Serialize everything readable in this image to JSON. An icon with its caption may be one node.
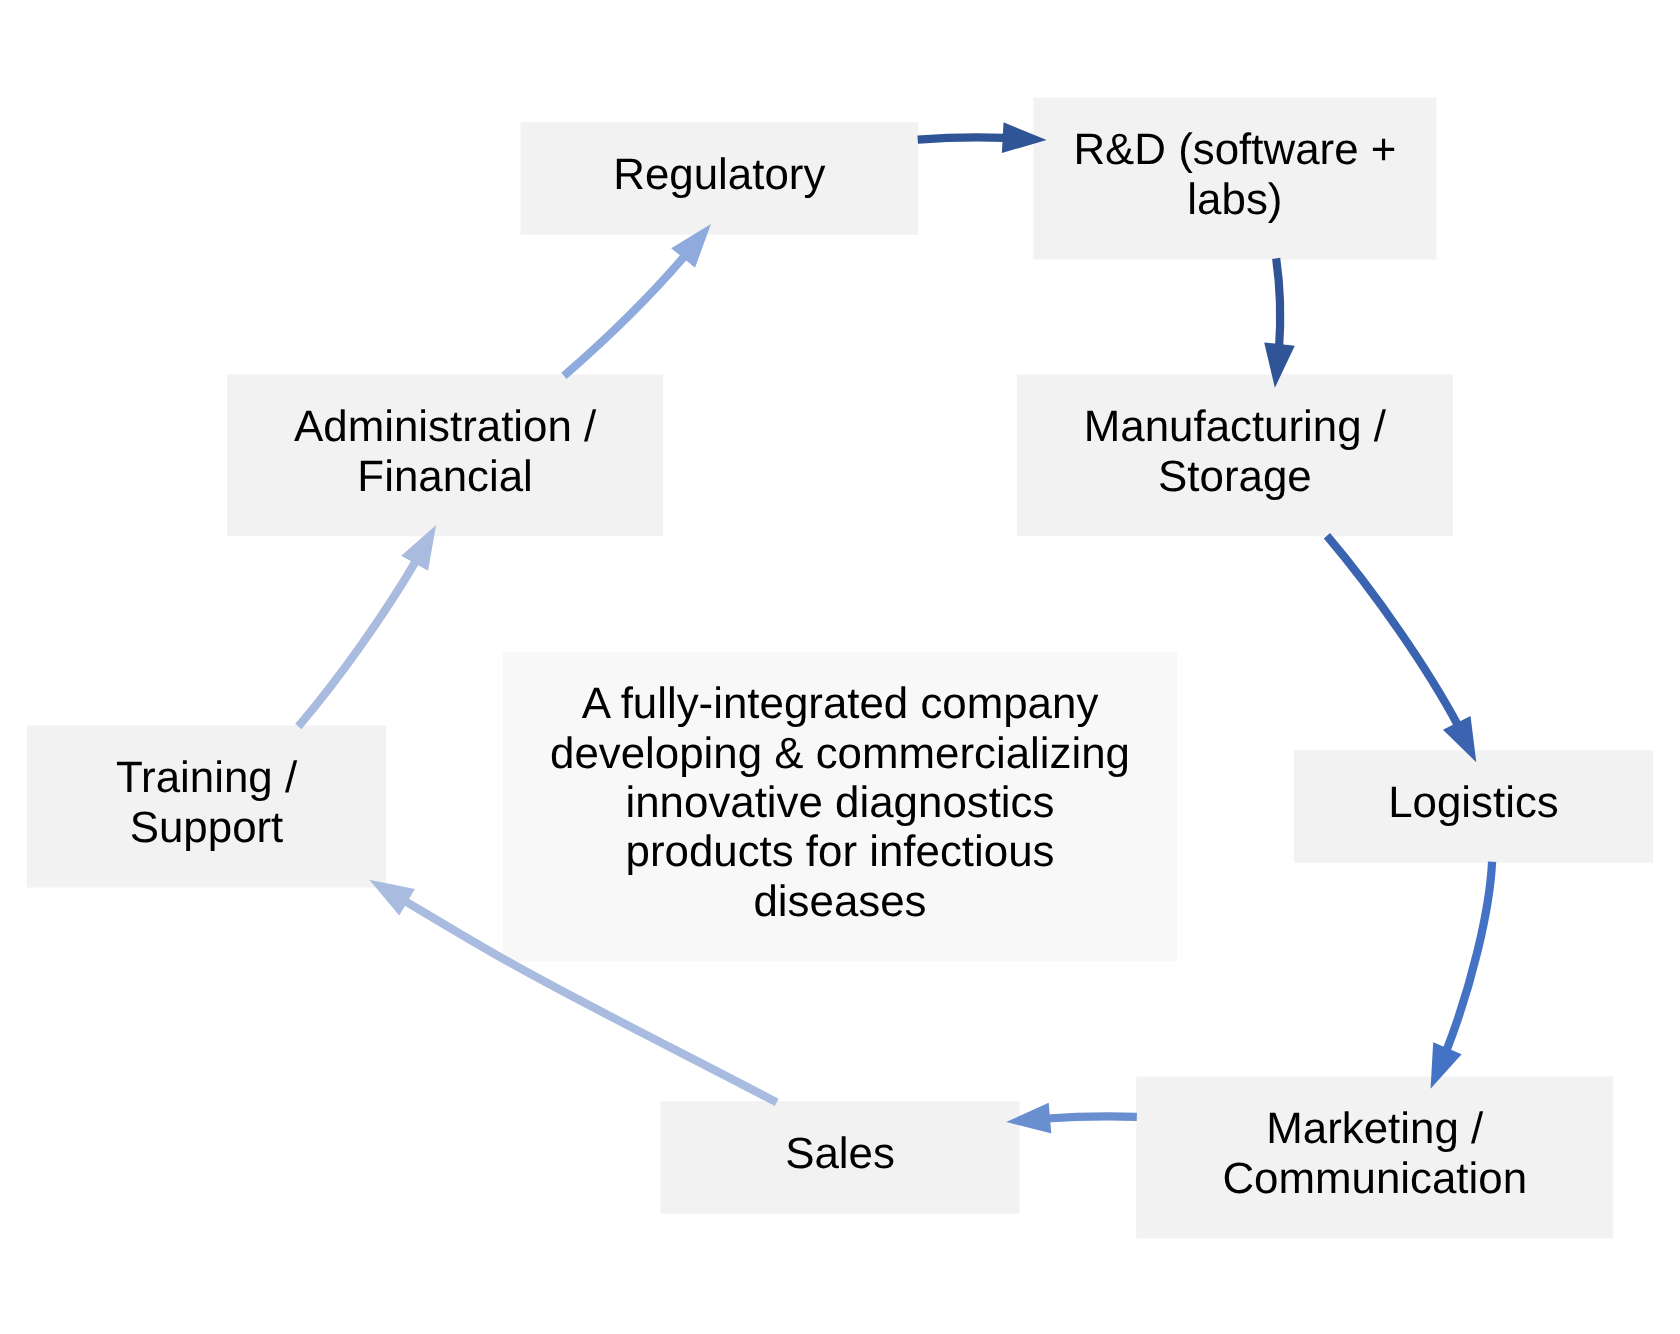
{
  "diagram": {
    "nodes": [
      {
        "text": [
          "Regulatory"
        ]
      },
      {
        "text": [
          "R&D (software + labs)"
        ]
      },
      {
        "text": [
          "Manufacturing / Storage"
        ]
      },
      {
        "text": [
          "Logistics"
        ]
      },
      {
        "text": [
          "Marketing / Communication"
        ]
      },
      {
        "text": [
          "Sales"
        ]
      },
      {
        "text": [
          "Training / Support"
        ]
      },
      {
        "text": [
          "Administration / Financial"
        ]
      },
      {
        "text": [
          "A fully-integrated company developing & commercializing innovative diagnostics products for infectious diseases"
        ]
      }
    ],
    "edges": [
      {
        "from": 0,
        "to": 1,
        "arrow": "to",
        "color": "#2f5597"
      },
      {
        "from": 1,
        "to": 2,
        "arrow": "to",
        "color": "#2f5597"
      },
      {
        "from": 2,
        "to": 3,
        "arrow": "to",
        "color": "#3a64b0"
      },
      {
        "from": 3,
        "to": 4,
        "arrow": "to",
        "color": "#4472c4"
      },
      {
        "from": 4,
        "to": 5,
        "arrow": "to",
        "color": "#6a8fd0"
      },
      {
        "from": 5,
        "to": 6,
        "arrow": "to",
        "color": "#a9bce0"
      },
      {
        "from": 6,
        "to": 7,
        "arrow": "to",
        "color": "#a9bce0"
      },
      {
        "from": 7,
        "to": 0,
        "arrow": "to",
        "color": "#8faadc"
      }
    ]
  }
}
